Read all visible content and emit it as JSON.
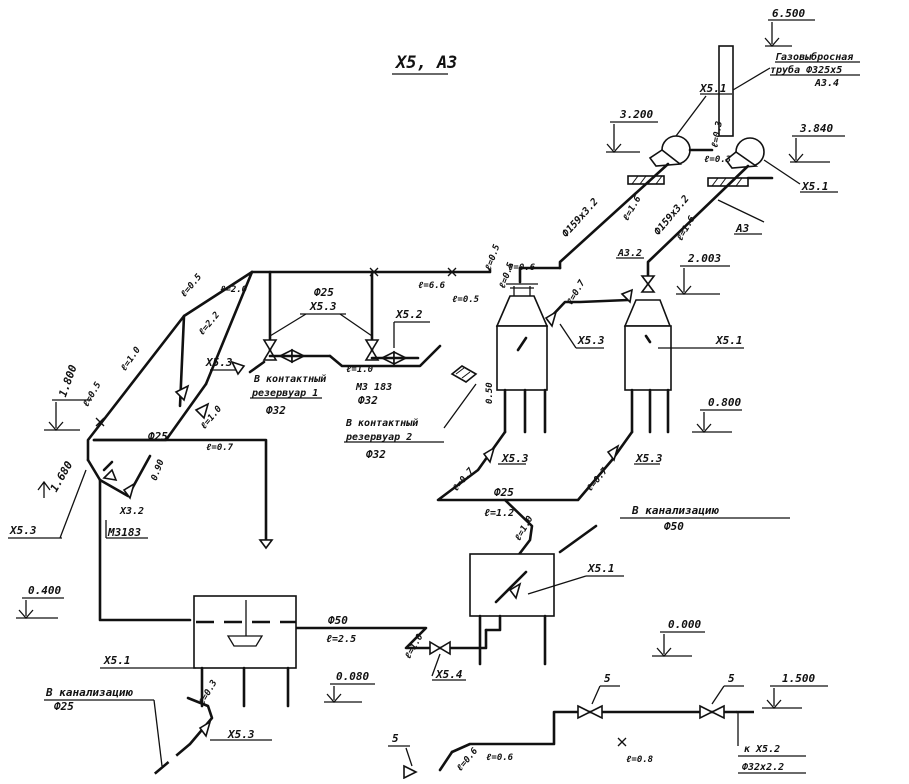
{
  "title": "X5, A3",
  "levels": {
    "l6500": "6.500",
    "l3200": "3.200",
    "l3840": "3.840",
    "l2003": "2.003",
    "l1800": "1.800",
    "l1680": "1.680",
    "l0800": "0.800",
    "l0400": "0.400",
    "l0080": "0.080",
    "l0000": "0.000",
    "l1500": "1.500"
  },
  "notes": {
    "gas_pipe_1": "Газовыбросная",
    "gas_pipe_2": "труба Ф325х5",
    "gas_pipe_3": "А3.4",
    "to_sewer_top": "В канализацию",
    "to_sewer_top_dia": "Ф50",
    "to_sewer_bottom": "В канализацию",
    "to_sewer_bottom_dia": "Ф25",
    "contact_tank_1a": "В контактный",
    "contact_tank_1b": "резервуар 1",
    "contact_tank_1c": "Ф32",
    "contact_tank_2a": "В контактный",
    "contact_tank_2b": "резервуар 2",
    "contact_tank_2c": "Ф32",
    "mz183_top": "МЗ 183",
    "mz183_top_dia": "Ф32",
    "mz183_left": "МЗ183",
    "to_x52_a": "к X5.2",
    "to_x52_b": "Ф32х2.2"
  },
  "labels": {
    "x51_fan1": "X5.1",
    "x51_fan2": "X5.1",
    "a3_line": "A3",
    "a32": "A3.2",
    "x51_tank": "X5.1",
    "x51_cabinet": "X5.1",
    "x51_bottom": "X5.1",
    "x53_top": "X5.3",
    "x52_top": "X5.2",
    "x53_left": "X5.3",
    "x53_tank": "X5.3",
    "x53_legs1": "X5.3",
    "x53_legs2": "X5.3",
    "x53_far_left": "X5.3",
    "x53_bottom": "X5.3",
    "x54": "X5.4",
    "x32": "X3.2",
    "v5a": "5",
    "v5b": "5",
    "v5c": "5"
  },
  "pipes": {
    "d159a": "Ф159х3.2",
    "d159b": "Ф159х3.2",
    "d25_top": "Ф25",
    "d25_mid": "Ф25",
    "d25_bottom": "Ф25",
    "d50": "Ф50",
    "l03": "ℓ=0.3",
    "l03b": "ℓ=0.3",
    "l16": "ℓ=1.6",
    "l16b": "ℓ=1.6",
    "l06": "ℓ=0.6",
    "l05a": "ℓ=0.5",
    "l05b": "ℓ=0.5",
    "l05c": "ℓ=0.5",
    "l05d": "ℓ=0.5",
    "l05e": "ℓ=0.5",
    "l66": "ℓ=6.6",
    "l20": "ℓ=2.0",
    "l22": "ℓ=2.2",
    "l10a": "ℓ=1.0",
    "l10b": "ℓ=1.0",
    "l10c": "ℓ=1.0",
    "l10d": "ℓ=1.0",
    "l10e": "ℓ=1.0",
    "l07a": "ℓ=0.7",
    "l07b": "ℓ=0.7",
    "l07c": "ℓ=0.7",
    "l07d": "ℓ=0.7",
    "l12": "ℓ=1.2",
    "l25": "ℓ=2.5",
    "l06b": "ℓ=0.6",
    "l08": "ℓ=0.8",
    "l06c": "ℓ=0.6",
    "l03c": "ℓ=0.3",
    "l050": "0.50",
    "l090": "0.90"
  }
}
